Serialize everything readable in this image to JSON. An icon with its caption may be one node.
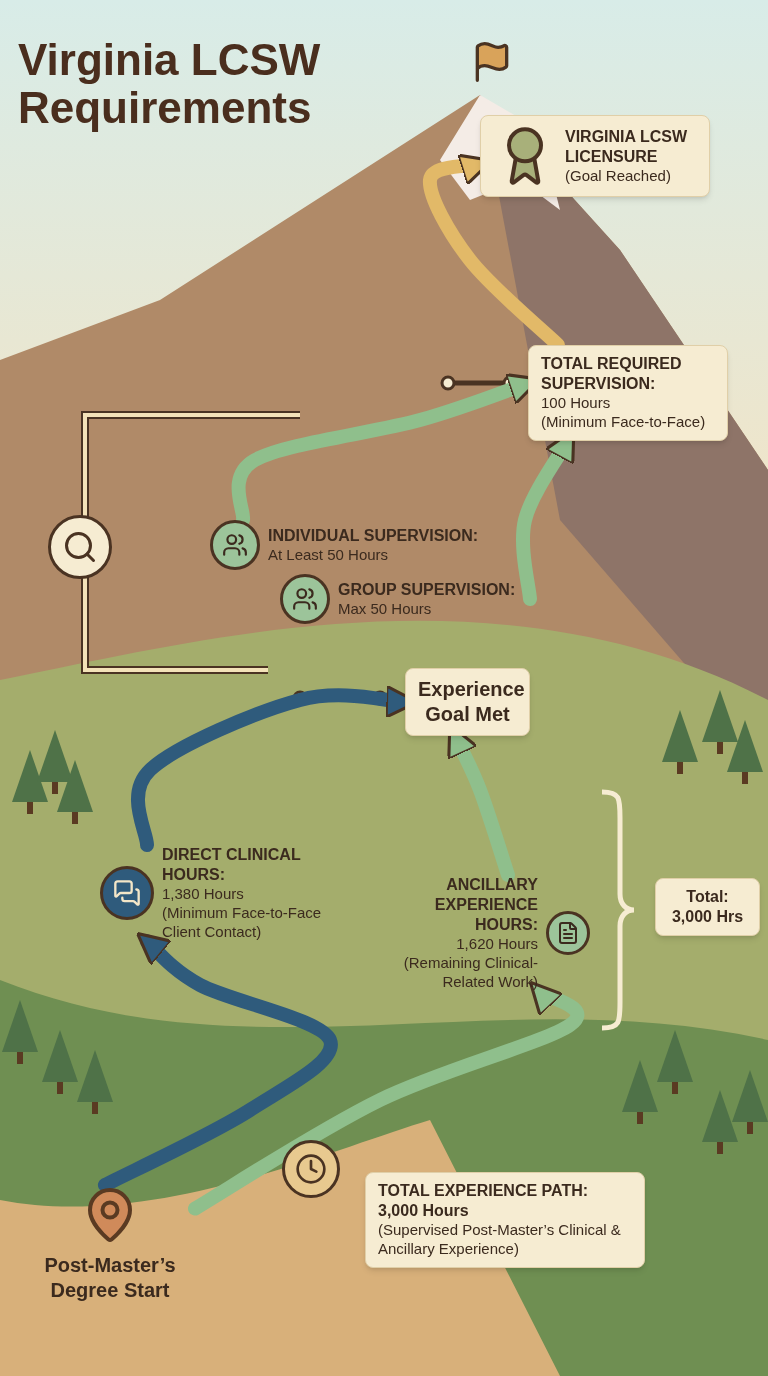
{
  "diagram": {
    "title": "Virginia LCSW Requirements",
    "nodes": [
      {
        "text": [
          "Post-Master’s Degree Start"
        ]
      },
      {
        "text": [
          "TOTAL EXPERIENCE PATH:",
          "3,000 Hours",
          "(Supervised Post-Master’s Clinical & Ancillary Experience)"
        ]
      },
      {
        "text": [
          "DIRECT CLINICAL HOURS:",
          "1,380 Hours",
          "(Minimum Face-to-Face Client Contact)"
        ]
      },
      {
        "text": [
          "ANCILLARY EXPERIENCE HOURS:",
          "1,620 Hours",
          "(Remaining Clinical-Related Work)"
        ]
      },
      {
        "text": [
          "Total: 3,000 Hrs"
        ]
      },
      {
        "text": [
          "Experience Goal Met"
        ]
      },
      {
        "text": [
          "INDIVIDUAL SUPERVISION:",
          "At Least 50 Hours"
        ]
      },
      {
        "text": [
          "GROUP SUPERVISION:",
          "Max 50 Hours"
        ]
      },
      {
        "text": [
          "TOTAL REQUIRED SUPERVISION:",
          "100 Hours",
          "(Minimum Face-to-Face)"
        ]
      },
      {
        "text": [
          "VIRGINIA LCSW LICENSURE",
          "(Goal Reached)"
        ]
      }
    ],
    "edges": [
      {
        "from": 0,
        "to": 2,
        "arrow": "to",
        "color": "#2f5b7c"
      },
      {
        "from": 0,
        "to": 3,
        "arrow": "to"
      },
      {
        "from": 2,
        "to": 5,
        "arrow": "to",
        "color": "#2f5b7c"
      },
      {
        "from": 3,
        "to": 5,
        "arrow": "to"
      },
      {
        "from": 6,
        "to": 8,
        "arrow": "to"
      },
      {
        "from": 7,
        "to": 8,
        "arrow": "to"
      },
      {
        "from": 8,
        "to": 9,
        "arrow": "to",
        "color": "#e2b968"
      }
    ]
  }
}
